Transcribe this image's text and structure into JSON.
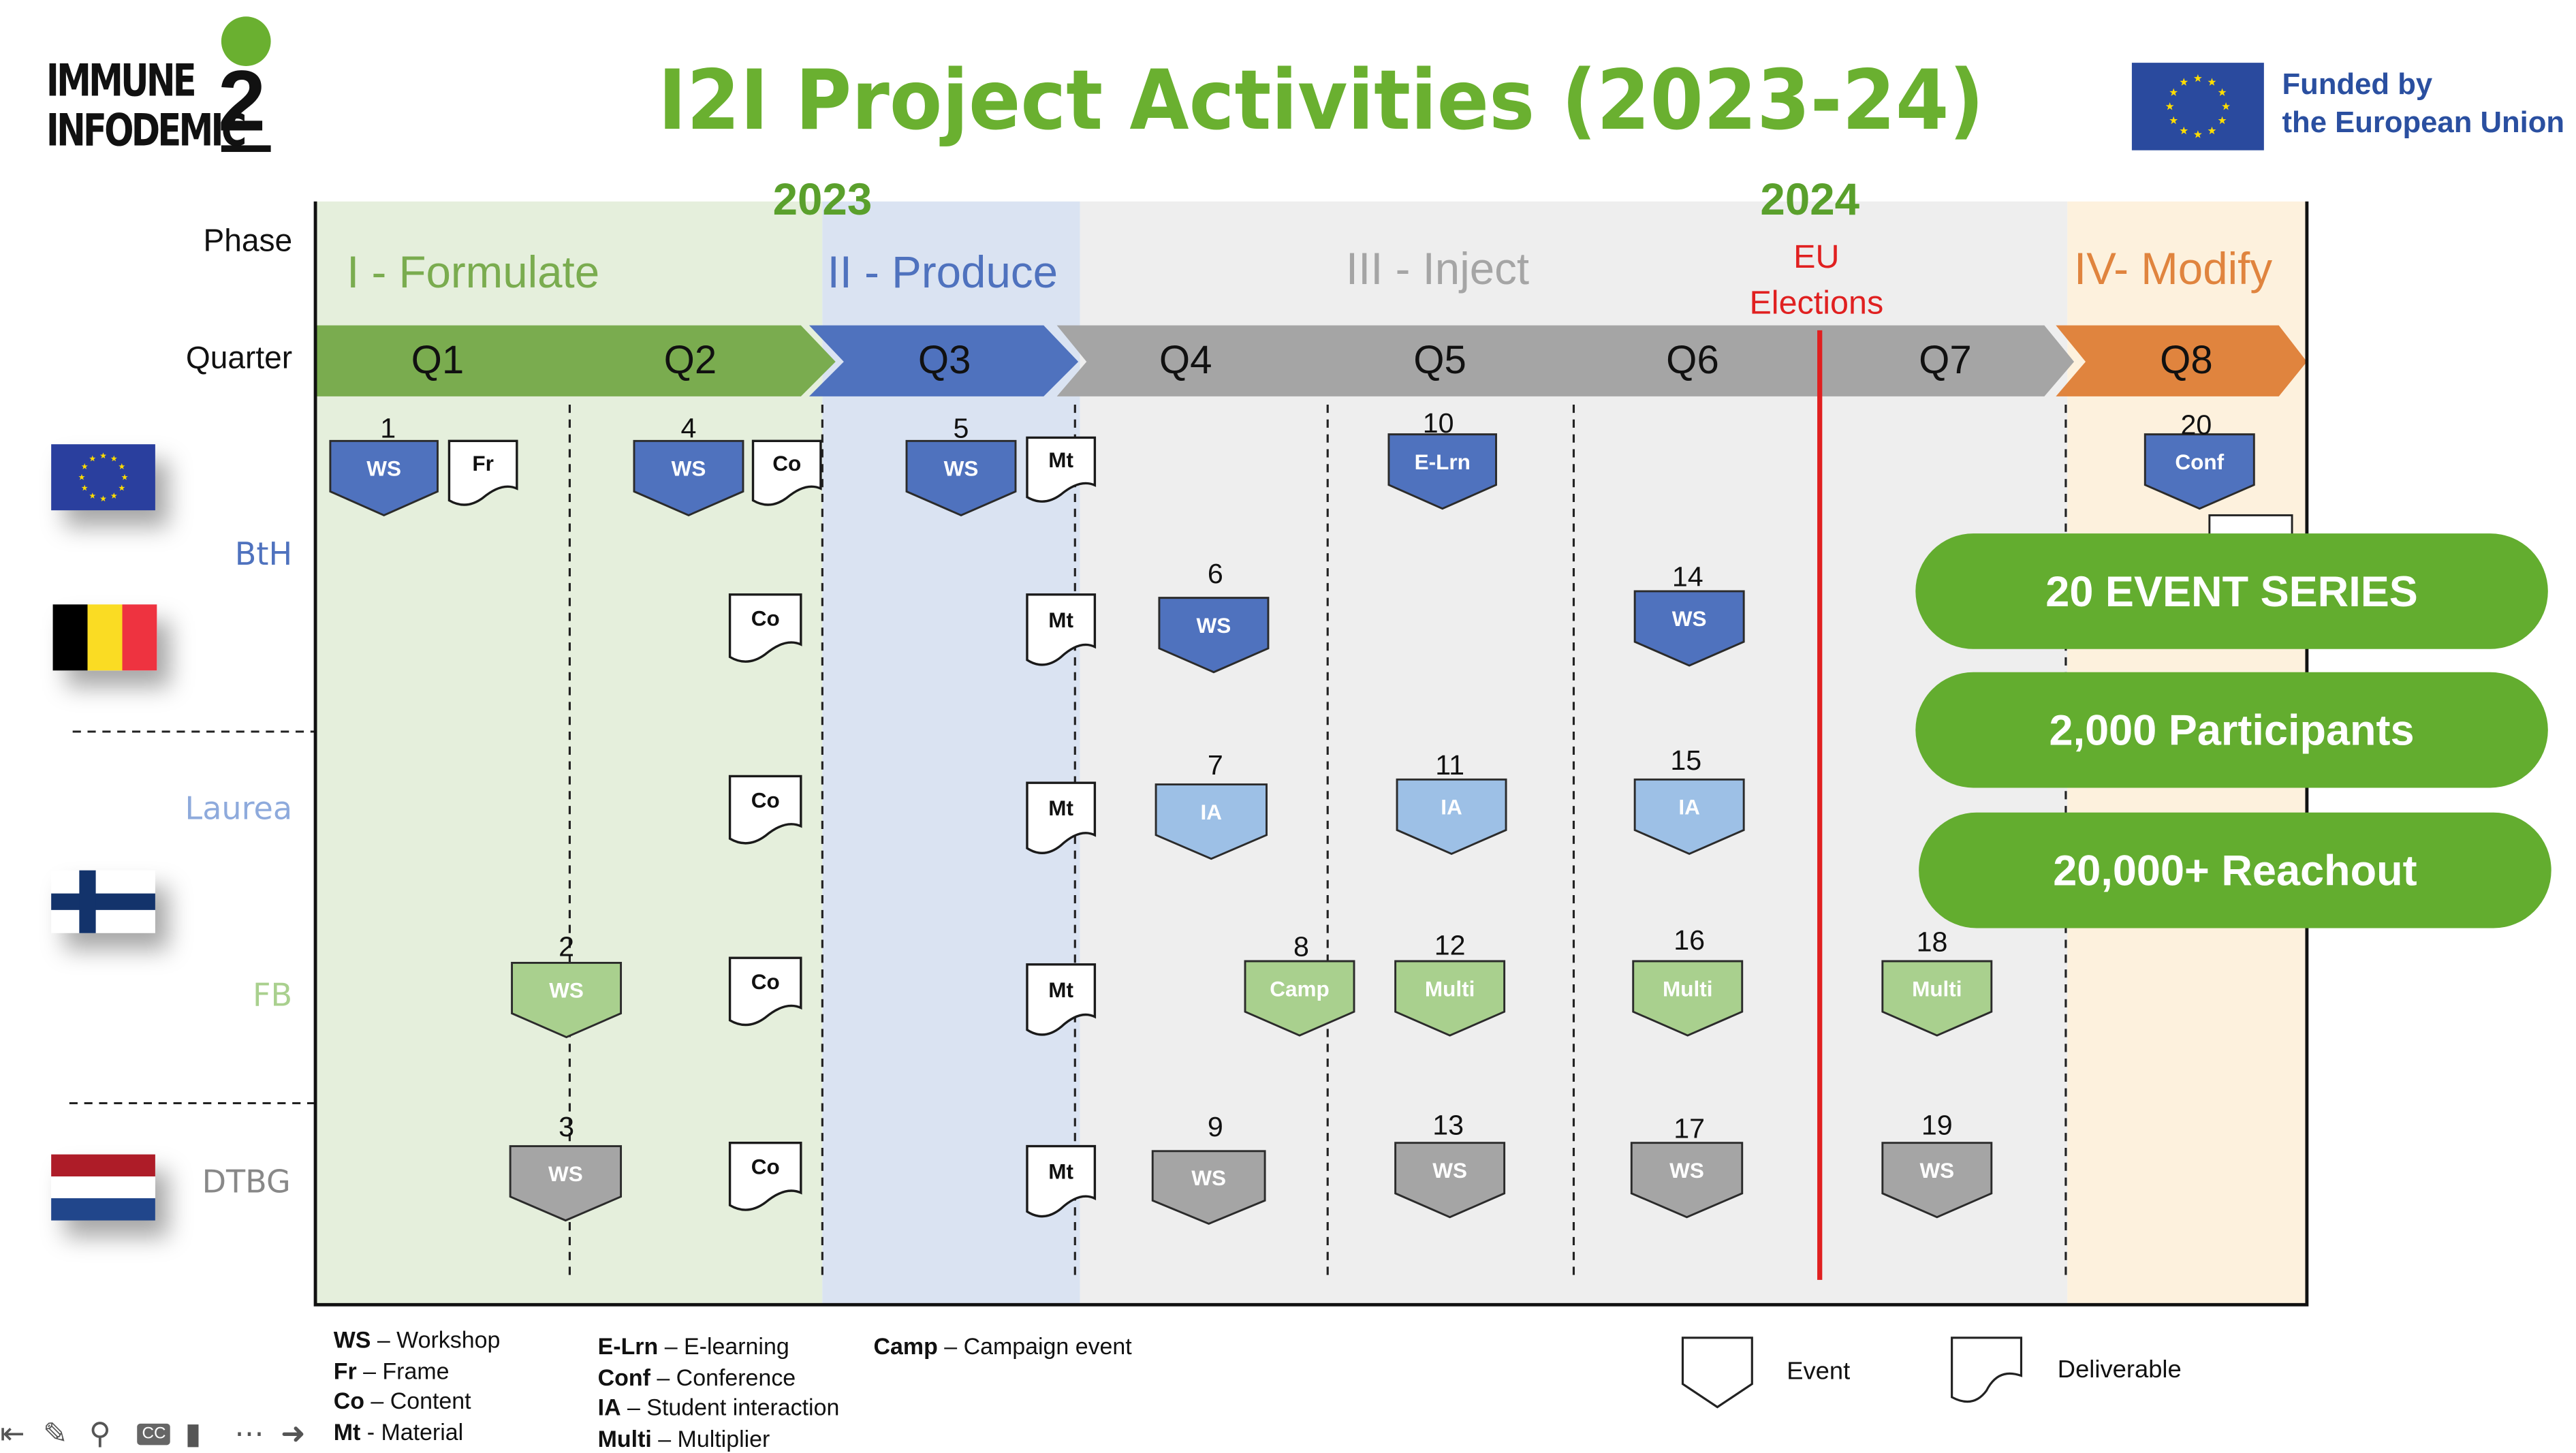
{
  "logo": {
    "line1": "IMMUNE",
    "line2": "INFODEMIC",
    "mark": "2"
  },
  "title": "I2I Project Activities (2023-24)",
  "funding": {
    "line1": "Funded by",
    "line2": "the European Union"
  },
  "row_headers": {
    "phase": "Phase",
    "quarter": "Quarter"
  },
  "years": [
    "2023",
    "2024"
  ],
  "phases": [
    {
      "label": "I - Formulate",
      "color": "#7aac4f"
    },
    {
      "label": "II - Produce",
      "color": "#4f72be"
    },
    {
      "label": "III - Inject",
      "color": "#a5a5a5"
    },
    {
      "label": "IV- Modify",
      "color": "#e0843e"
    }
  ],
  "milestone": {
    "line1": "EU",
    "line2": "Elections",
    "color": "#e02020"
  },
  "quarters": [
    "Q1",
    "Q2",
    "Q3",
    "Q4",
    "Q5",
    "Q6",
    "Q7",
    "Q8"
  ],
  "partners": [
    {
      "label": "BtH",
      "flags": [
        "eu-flag",
        "belgium-flag"
      ]
    },
    {
      "label": "Laurea",
      "flags": [
        "finland-flag"
      ]
    },
    {
      "label": "FB",
      "flags": []
    },
    {
      "label": "DTBG",
      "flags": [
        "netherlands-flag"
      ]
    }
  ],
  "items": [
    {
      "num": "1",
      "label": "WS",
      "kind": "event",
      "style": "blue",
      "quarter": "Q1",
      "partner": "BtH"
    },
    {
      "num": "",
      "label": "Fr",
      "kind": "deliverable",
      "quarter": "Q1",
      "partner": "BtH"
    },
    {
      "num": "4",
      "label": "WS",
      "kind": "event",
      "style": "blue",
      "quarter": "Q2",
      "partner": "BtH"
    },
    {
      "num": "",
      "label": "Co",
      "kind": "deliverable",
      "quarter": "Q2",
      "partner": "BtH"
    },
    {
      "num": "5",
      "label": "WS",
      "kind": "event",
      "style": "blue",
      "quarter": "Q3",
      "partner": "BtH"
    },
    {
      "num": "",
      "label": "Mt",
      "kind": "deliverable",
      "quarter": "Q3",
      "partner": "BtH"
    },
    {
      "num": "10",
      "label": "E-Lrn",
      "kind": "event",
      "style": "blue",
      "quarter": "Q5",
      "partner": "BtH"
    },
    {
      "num": "20",
      "label": "Conf",
      "kind": "event",
      "style": "blue",
      "quarter": "Q8",
      "partner": "BtH"
    },
    {
      "num": "",
      "label": "Co",
      "kind": "deliverable",
      "quarter": "Q2",
      "partner": "BtH"
    },
    {
      "num": "",
      "label": "Mt",
      "kind": "deliverable",
      "quarter": "Q3",
      "partner": "BtH"
    },
    {
      "num": "6",
      "label": "WS",
      "kind": "event",
      "style": "blue",
      "quarter": "Q4",
      "partner": "BtH"
    },
    {
      "num": "14",
      "label": "WS",
      "kind": "event",
      "style": "blue",
      "quarter": "Q6",
      "partner": "BtH"
    },
    {
      "num": "",
      "label": "Co",
      "kind": "deliverable",
      "quarter": "Q2",
      "partner": "Laurea"
    },
    {
      "num": "",
      "label": "Mt",
      "kind": "deliverable",
      "quarter": "Q3",
      "partner": "Laurea"
    },
    {
      "num": "7",
      "label": "IA",
      "kind": "event",
      "style": "lightblue",
      "quarter": "Q4",
      "partner": "Laurea"
    },
    {
      "num": "11",
      "label": "IA",
      "kind": "event",
      "style": "lightblue",
      "quarter": "Q5",
      "partner": "Laurea"
    },
    {
      "num": "15",
      "label": "IA",
      "kind": "event",
      "style": "lightblue",
      "quarter": "Q6",
      "partner": "Laurea"
    },
    {
      "num": "2",
      "label": "WS",
      "kind": "event",
      "style": "green",
      "quarter": "Q2",
      "partner": "FB"
    },
    {
      "num": "",
      "label": "Co",
      "kind": "deliverable",
      "quarter": "Q2",
      "partner": "FB"
    },
    {
      "num": "",
      "label": "Mt",
      "kind": "deliverable",
      "quarter": "Q3",
      "partner": "FB"
    },
    {
      "num": "8",
      "label": "Camp",
      "kind": "event",
      "style": "green",
      "quarter": "Q4",
      "partner": "FB"
    },
    {
      "num": "12",
      "label": "Multi",
      "kind": "event",
      "style": "green",
      "quarter": "Q5",
      "partner": "FB"
    },
    {
      "num": "16",
      "label": "Multi",
      "kind": "event",
      "style": "green",
      "quarter": "Q6",
      "partner": "FB"
    },
    {
      "num": "18",
      "label": "Multi",
      "kind": "event",
      "style": "green",
      "quarter": "Q7",
      "partner": "FB"
    },
    {
      "num": "3",
      "label": "WS",
      "kind": "event",
      "style": "grey",
      "quarter": "Q2",
      "partner": "DTBG"
    },
    {
      "num": "",
      "label": "Co",
      "kind": "deliverable",
      "quarter": "Q2",
      "partner": "DTBG"
    },
    {
      "num": "",
      "label": "Mt",
      "kind": "deliverable",
      "quarter": "Q3",
      "partner": "DTBG"
    },
    {
      "num": "9",
      "label": "WS",
      "kind": "event",
      "style": "grey",
      "quarter": "Q4",
      "partner": "DTBG"
    },
    {
      "num": "13",
      "label": "WS",
      "kind": "event",
      "style": "grey",
      "quarter": "Q5",
      "partner": "DTBG"
    },
    {
      "num": "17",
      "label": "WS",
      "kind": "event",
      "style": "grey",
      "quarter": "Q6",
      "partner": "DTBG"
    },
    {
      "num": "19",
      "label": "WS",
      "kind": "event",
      "style": "grey",
      "quarter": "Q7",
      "partner": "DTBG"
    }
  ],
  "styles": {
    "blue": {
      "fill": "#4f72be",
      "text": "#ffffff"
    },
    "lightblue": {
      "fill": "#9dc0e6",
      "text": "#ffffff"
    },
    "green": {
      "fill": "#a9d08e",
      "text": "#ffffff"
    },
    "grey": {
      "fill": "#a5a5a5",
      "text": "#ffffff"
    }
  },
  "highlights": [
    "20 EVENT SERIES",
    "2,000 Participants",
    "20,000+ Reachout"
  ],
  "legend": {
    "col1": [
      {
        "abbr": "WS",
        "text": " – Workshop"
      },
      {
        "abbr": "Fr",
        "text": " – Frame"
      },
      {
        "abbr": "Co",
        "text": " – Content"
      },
      {
        "abbr": "Mt",
        "text": " - Material"
      }
    ],
    "col2": [
      {
        "abbr": "E-Lrn",
        "text": " – E-learning"
      },
      {
        "abbr": "Conf",
        "text": " – Conference"
      },
      {
        "abbr": "IA",
        "text": " – Student interaction"
      },
      {
        "abbr": "Multi",
        "text": " – Multiplier"
      }
    ],
    "col3": [
      {
        "abbr": "Camp",
        "text": " – Campaign event"
      }
    ],
    "event_label": "Event",
    "deliverable_label": "Deliverable"
  },
  "toolbar": [
    "back-icon",
    "pen-icon",
    "zoom-icon",
    "captions-icon",
    "camera-icon",
    "more-icon",
    "forward-icon"
  ]
}
